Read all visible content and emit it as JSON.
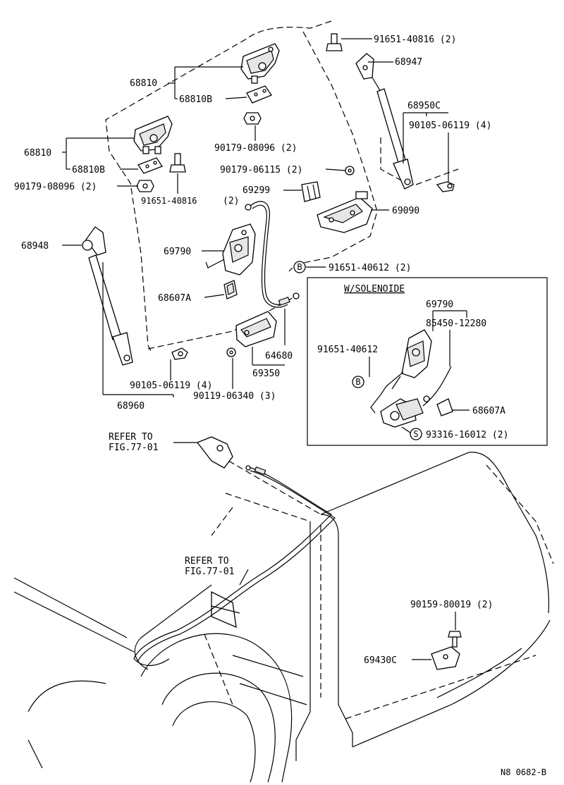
{
  "parts": {
    "p_91651_40816_top": "91651-40816 (2)",
    "p_68947": "68947",
    "p_68810_upper": "68810",
    "p_68810B_upper": "68810B",
    "p_68950C": "68950C",
    "p_90105_06119_4_upper": "90105-06119 (4)",
    "p_90179_08096_upper": "90179-08096 (2)",
    "p_68810_lower": "68810",
    "p_68810B_lower": "68810B",
    "p_90179_06115": "90179-06115 (2)",
    "p_90179_08096_lower": "90179-08096 (2)",
    "p_91651_40816_lower": "91651-40816",
    "p_91651_40816_lower_qty": "(2)",
    "p_69299": "69299",
    "p_69090": "69090",
    "p_68948": "68948",
    "p_69790": "69790",
    "p_91651_40612": "91651-40612 (2)",
    "p_68607A": "68607A",
    "p_64680": "64680",
    "p_69350": "69350",
    "p_90105_06119_4_lower": "90105-06119 (4)",
    "p_90119_06340": "90119-06340 (3)",
    "p_68960": "68960",
    "p_90159_80019": "90159-80019 (2)",
    "p_69430C": "69430C"
  },
  "solenoid_box": {
    "title": "W/SOLENOIDE",
    "p_69790": "69790",
    "p_85450_12280": "85450-12280",
    "p_91651_40612": "91651-40612",
    "p_68607A": "68607A",
    "p_93316_16012": "93316-16012 (2)"
  },
  "markers": {
    "b": "B",
    "s": "S"
  },
  "references": {
    "refer_1_line1": "REFER TO",
    "refer_1_line2": "FIG.77-01",
    "refer_2_line1": "REFER TO",
    "refer_2_line2": "FIG.77-01"
  },
  "footer": {
    "code": "N8  0682-B"
  }
}
